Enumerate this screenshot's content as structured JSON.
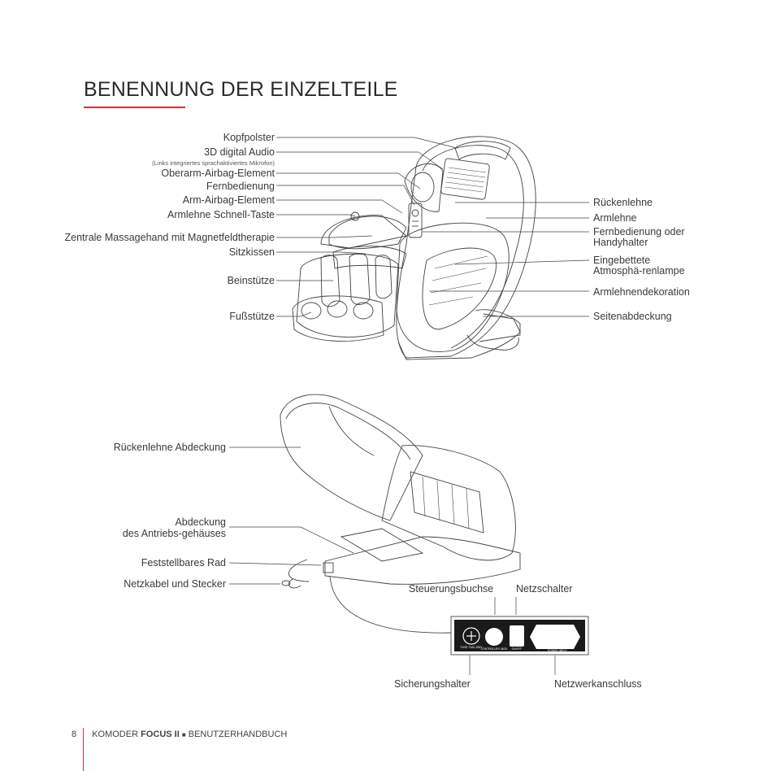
{
  "title": "BENENNUNG DER EINZELTEILE",
  "top_left_labels": [
    "Kopfpolster",
    "3D digital Audio",
    "(Links integriertes sprachaktiviertes Mikrofon)",
    "Oberarm-Airbag-Element",
    "Fernbedienung",
    "Arm-Airbag-Element",
    "Armlehne Schnell-Taste",
    "Zentrale Massagehand mit Magnetfeldtherapie",
    "Sitzkissen",
    "Beinstütze",
    "Fußstütze"
  ],
  "top_right_labels": [
    "Rückenlehne",
    "Armlehne",
    "Fernbedienung oder",
    "Handyhalter",
    "Eingebettete",
    "Atmosphä-renlampe",
    "Armlehnendekoration",
    "Seitenabdeckung"
  ],
  "bottom_left_labels": [
    "Rückenlehne Abdeckung",
    "Abdeckung",
    "des Antriebs-gehäuses",
    "Feststellbares Rad",
    "Netzkabel und Stecker"
  ],
  "panel_labels": {
    "controller_jack": "Steuerungsbuchse",
    "on_off": "Netzschalter",
    "fuse": "Sicherungshalter",
    "power_input": "Netzwerkanschluss"
  },
  "panel_print": {
    "fuse": "FUSE\nT4AL 250V",
    "controller": "CONTROLLER JACK",
    "onoff": "ON/OFF",
    "power": "POWER INPUT"
  },
  "footer": {
    "page": "8",
    "brand": "KOMODER",
    "model": "FOCUS II",
    "separator": "■",
    "manual": "BENUTZERHANDBUCH"
  },
  "colors": {
    "accent": "#d32f3a",
    "line": "#444444"
  }
}
